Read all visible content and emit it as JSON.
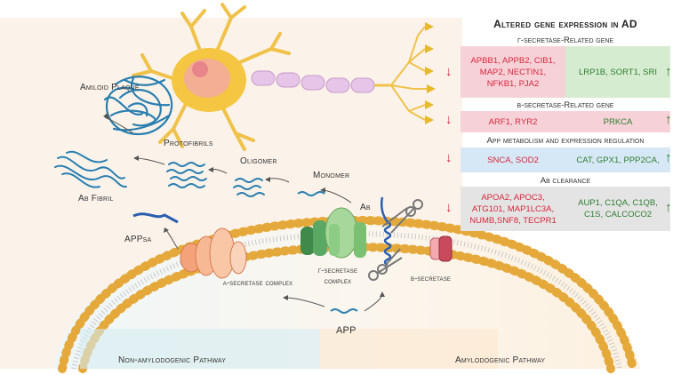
{
  "figure": {
    "labels": {
      "amyloid_plaque": "Amiloid Plaque",
      "protofibrils": "Protofibrils",
      "oligomer": "Oligomer",
      "monomer": "Monomer",
      "abeta_fibril": "Aβ Fibril",
      "abeta": "Aβ",
      "appsa": "APPsα",
      "alpha_secretase": "α-secretase complex",
      "gamma_secretase": "γ-secretase complex",
      "beta_secretase": "β-secretase",
      "app": "APP",
      "non_amyloidogenic": "Non-amylodogenic Pathway",
      "amyloidogenic": "Amylodogenic Pathway"
    }
  },
  "panel": {
    "title": "Altered gene expression in AD",
    "sections": [
      {
        "title": "γ-secretase-Related gene",
        "down": "APBB1, APPB2, CIB1, MAP2, NECTIN1, NFKB1, PJA2",
        "up": "LRP1B, SORT1, SRI",
        "down_arrow": "↓",
        "up_arrow": "↑"
      },
      {
        "title": "β-secretase-Related gene",
        "down": "ARF1, RYR2",
        "up": "PRKCA",
        "down_arrow": "↓",
        "up_arrow": "↑"
      },
      {
        "title": "App metabolism and expression regulation",
        "down": "SNCA, SOD2",
        "up": "CAT, GPX1, PPP2CA,",
        "down_arrow": "↓",
        "up_arrow": "↑"
      },
      {
        "title": "Aβ clearance",
        "down": "APOA2, APOC3, ATG101, MAP1LC3A, NUMB,SNF8, TECPR1",
        "up": "AUP1, C1QA, C1QB, C1S, CALCOCO2",
        "down_arrow": "↓",
        "up_arrow": "↑"
      }
    ]
  },
  "colors": {
    "down": "#d7263d",
    "up": "#2f7d32",
    "fibril": "#2a7fb0",
    "membrane": "#e6b040"
  }
}
